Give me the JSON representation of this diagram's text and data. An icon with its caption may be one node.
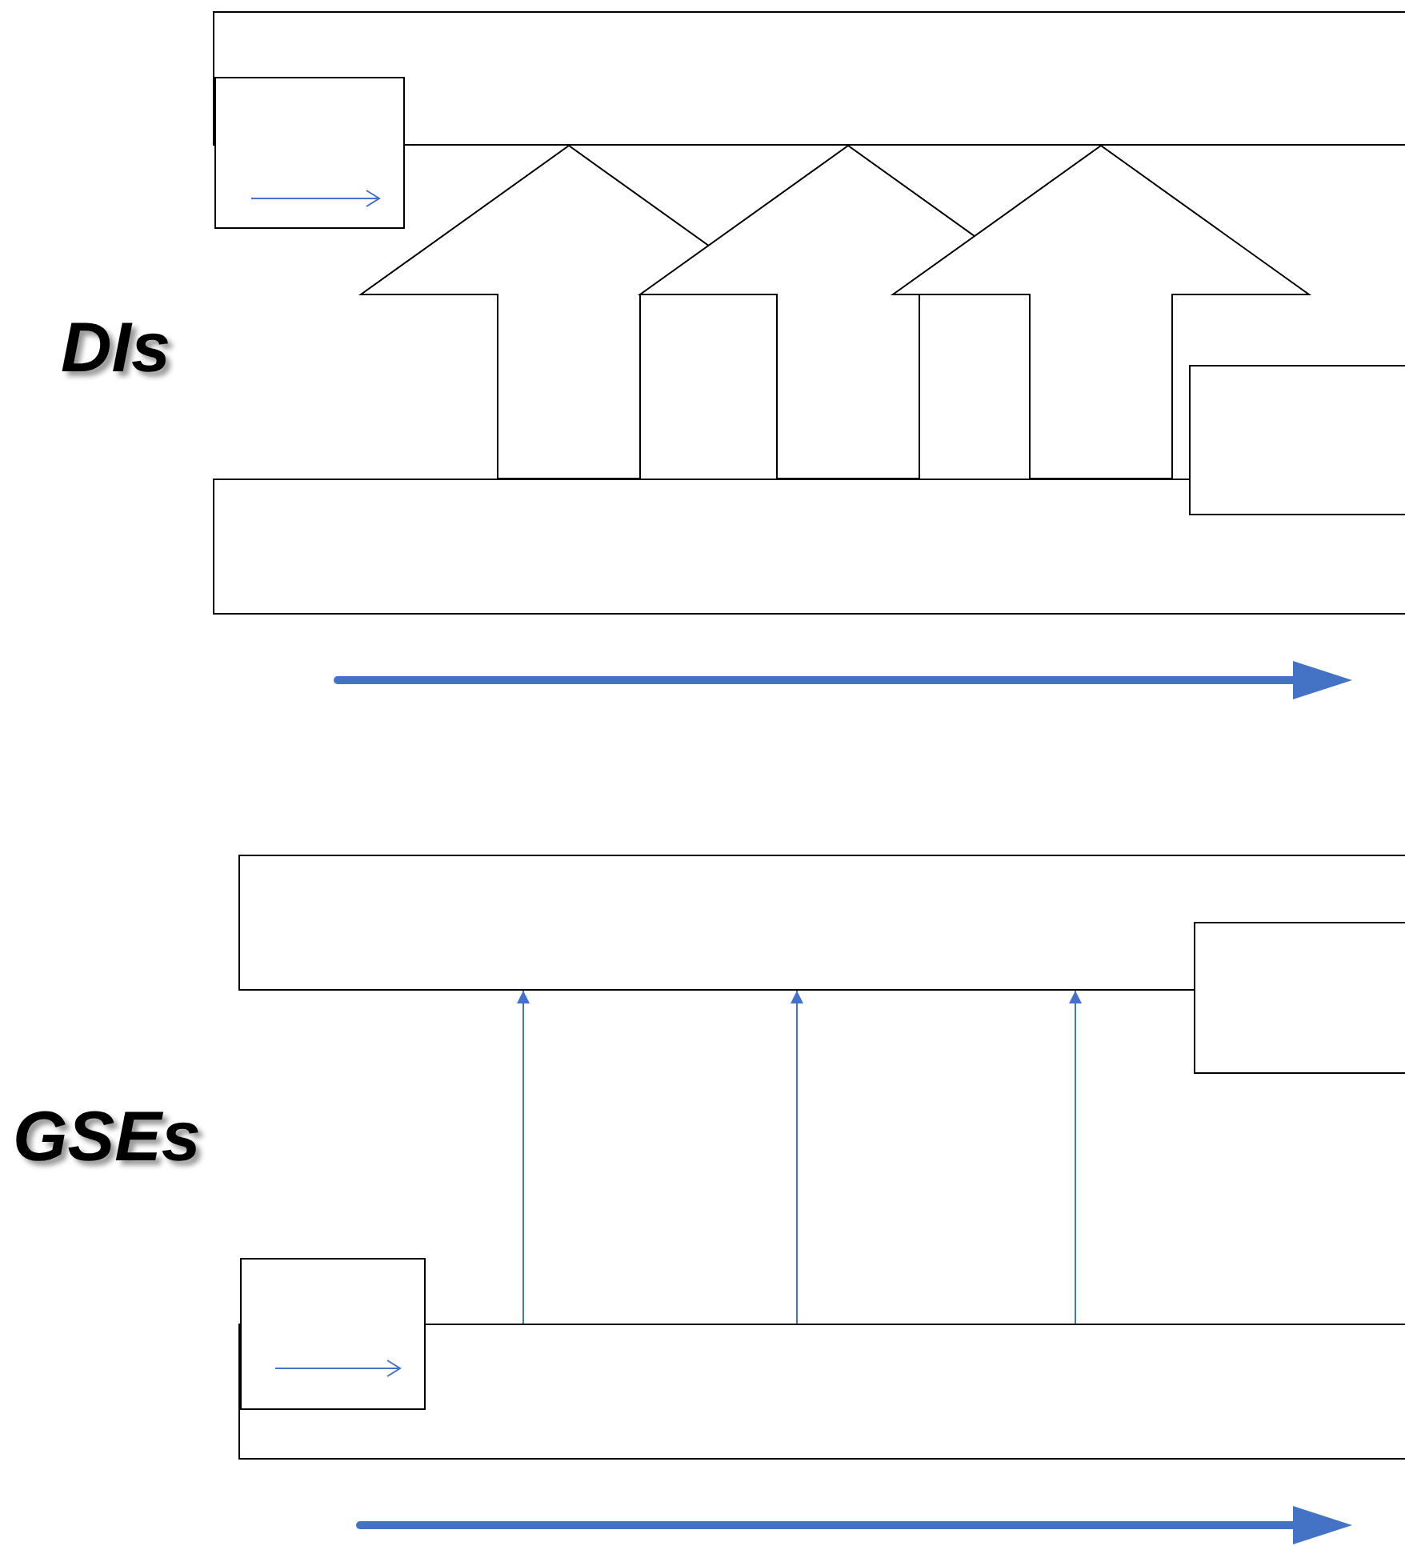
{
  "diagram": {
    "nodes": [
      {
        "text": [],
        "shape": "box"
      },
      {
        "text": [],
        "shape": "box"
      },
      {
        "text": [],
        "shape": "box"
      },
      {
        "text": [],
        "shape": "box"
      },
      {
        "text": [],
        "shape": "box"
      },
      {
        "text": [],
        "shape": "box"
      },
      {
        "text": [],
        "shape": "box"
      },
      {
        "text": [],
        "shape": "box"
      }
    ],
    "edges": [
      {
        "from": 3,
        "to": 0,
        "arrow": "to",
        "style": "thick"
      },
      {
        "from": 3,
        "to": 0,
        "arrow": "to",
        "style": "thick"
      },
      {
        "from": 3,
        "to": 0,
        "arrow": "to",
        "style": "thick"
      },
      {
        "from": 7,
        "to": 4,
        "arrow": "to",
        "color": "#4472c4"
      },
      {
        "from": 7,
        "to": 4,
        "arrow": "to",
        "color": "#4472c4"
      },
      {
        "from": 7,
        "to": 4,
        "arrow": "to",
        "color": "#4472c4"
      }
    ],
    "labels": [
      "DIs",
      "GSEs"
    ]
  }
}
